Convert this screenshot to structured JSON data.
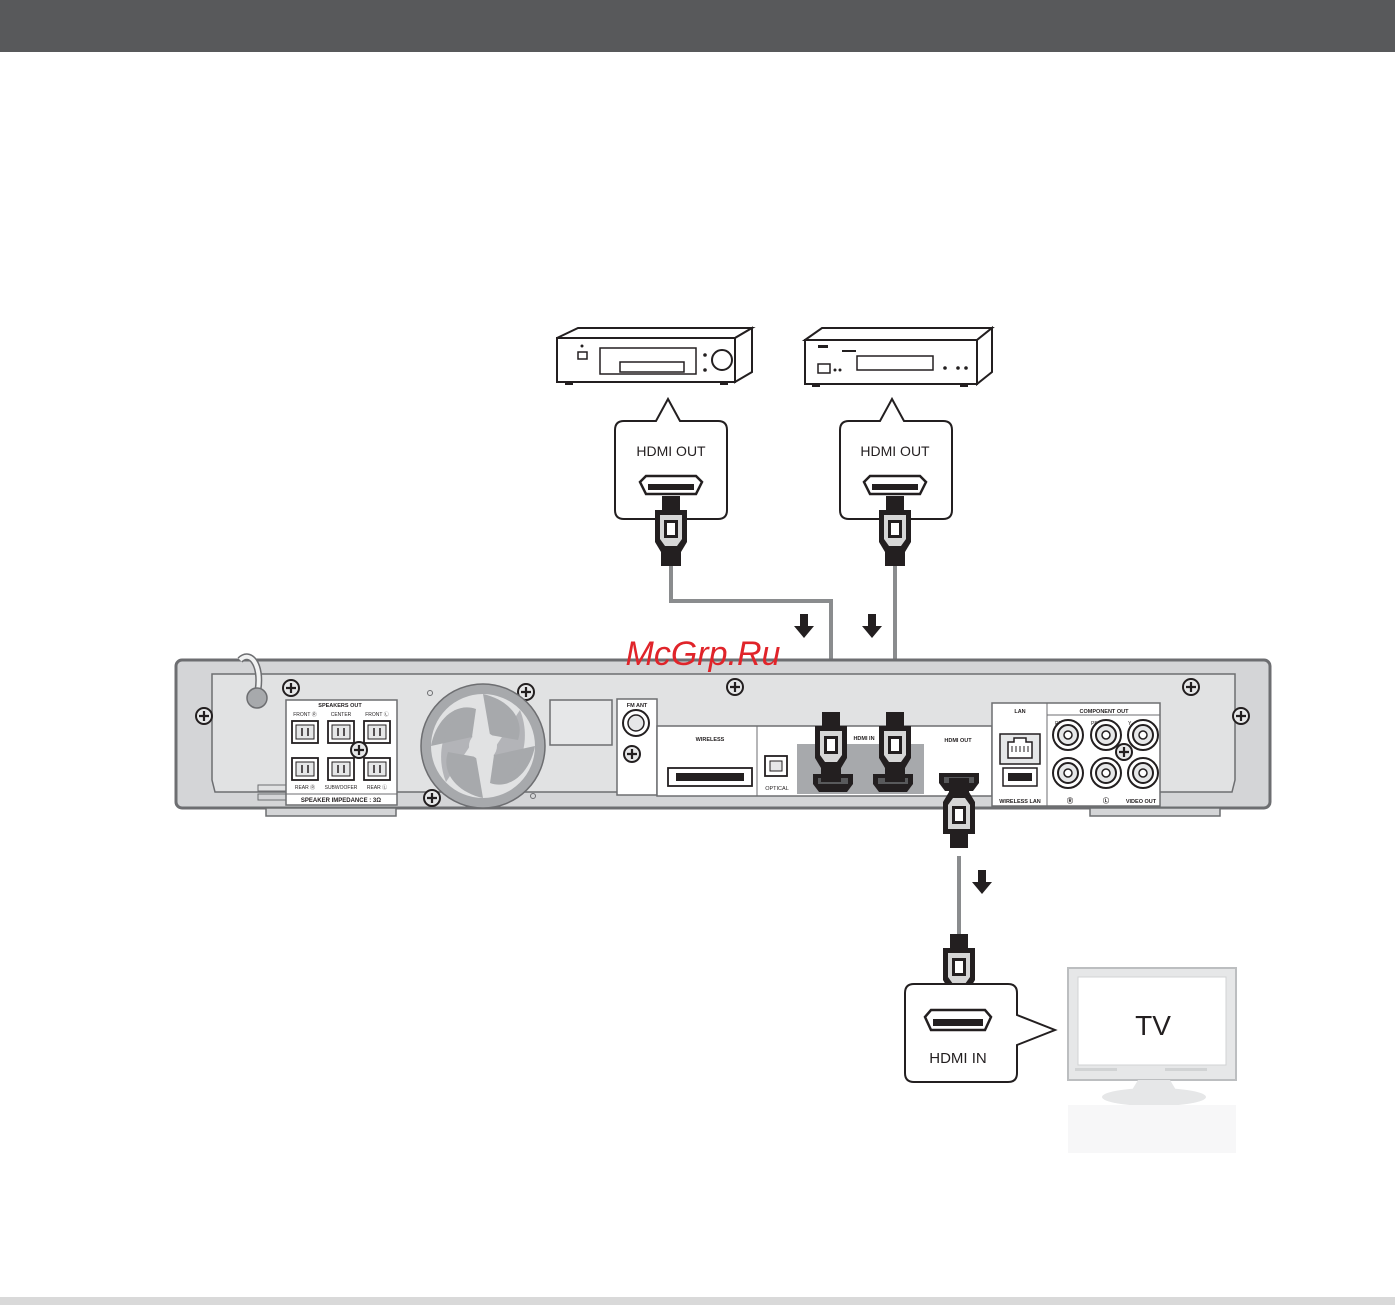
{
  "labels": {
    "device1_port": "HDMI OUT",
    "device2_port": "HDMI OUT",
    "tv_port": "HDMI  IN",
    "tv": "TV",
    "watermark": "McGrp.Ru"
  },
  "panel": {
    "speakers_out": "SPEAKERS OUT",
    "front_r": "FRONT Ⓡ",
    "center": "CENTER",
    "front_l": "FRONT Ⓛ",
    "rear_r": "REAR Ⓡ",
    "subwoofer": "SUBWOOFER",
    "rear_l": "REAR Ⓛ",
    "impedance": "SPEAKER IMPEDANCE : 3Ω",
    "fm_ant": "FM ANT",
    "wireless": "WIRELESS",
    "optical": "OPTICAL",
    "hdmi_in": "HDMI IN",
    "hdmi_out": "HDMI OUT",
    "lan": "LAN",
    "wireless_lan": "WIRELESS LAN",
    "component_out": "COMPONENT OUT",
    "video_out": "VIDEO OUT",
    "pr": "PR",
    "pb": "PB",
    "y": "Y",
    "r": "Ⓡ",
    "l": "Ⓛ"
  },
  "colors": {
    "header": "#58595b",
    "panel": "#d4d5d7",
    "hdmi_zone": "#a7a9ac",
    "cable": "#8a8c8e",
    "watermark": "#e0242a"
  }
}
